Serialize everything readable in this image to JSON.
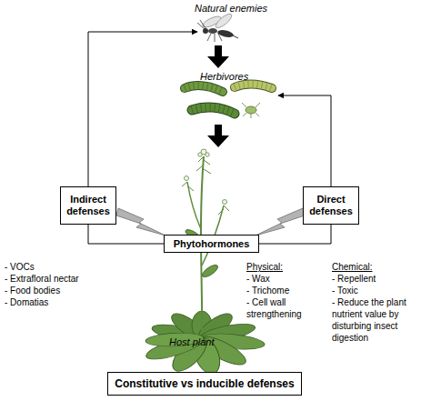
{
  "diagram": {
    "nodes": [
      {
        "text": [
          "Indirect defenses"
        ]
      },
      {
        "text": [
          "Direct defenses"
        ]
      },
      {
        "text": [
          "Phytohormones"
        ]
      },
      {
        "text": [
          "Constitutive vs inducible defenses"
        ]
      }
    ],
    "edges": [
      {
        "from": 0,
        "to": 2,
        "arrow": "none"
      },
      {
        "from": 1,
        "to": 2,
        "arrow": "none"
      }
    ],
    "labels": [
      "Natural enemies",
      "Herbivores",
      "- VOCs",
      "- Extrafloral nectar",
      "- Food bodies",
      "- Domatias",
      "Physical:",
      "- Wax",
      "- Trichome",
      "- Cell wall strengthening",
      "Chemical:",
      "- Repellent",
      "- Toxic",
      "- Reduce the plant nutrient value by disturbing insect digestion",
      "Host plant"
    ]
  }
}
